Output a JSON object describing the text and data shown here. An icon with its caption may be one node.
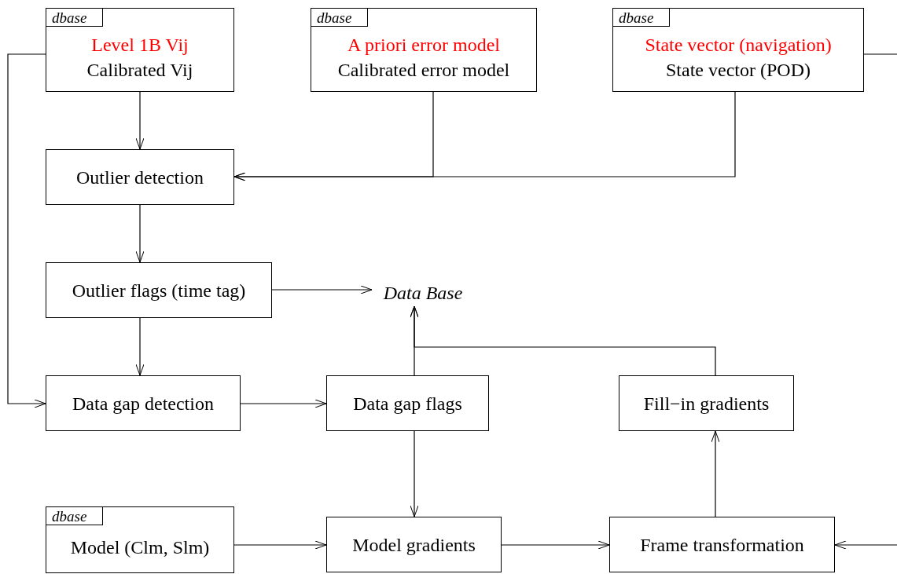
{
  "diagram": {
    "nodes": [
      {
        "text": [
          "Level 1B Vij",
          "Calibrated Vij"
        ]
      },
      {
        "text": [
          "dbase"
        ],
        "in": 0
      },
      {
        "text": [
          "A priori error model",
          "Calibrated error model"
        ]
      },
      {
        "text": [
          "dbase"
        ],
        "in": 2
      },
      {
        "text": [
          "State vector (navigation)",
          "State vector (POD)"
        ]
      },
      {
        "text": [
          "dbase"
        ],
        "in": 4
      },
      {
        "text": [
          "Outlier detection"
        ]
      },
      {
        "text": [
          "Outlier flags (time tag)"
        ]
      },
      {
        "text": [
          "Data Base"
        ]
      },
      {
        "text": [
          "Data gap detection"
        ]
      },
      {
        "text": [
          "Data gap flags"
        ]
      },
      {
        "text": [
          "Fill−in gradients"
        ]
      },
      {
        "text": [
          "Model (Clm, Slm)"
        ]
      },
      {
        "text": [
          "dbase"
        ],
        "in": 12
      },
      {
        "text": [
          "Model gradients"
        ]
      },
      {
        "text": [
          "Frame transformation"
        ]
      }
    ],
    "edges": [
      {
        "from": 0,
        "to": 6,
        "arrow": "to"
      },
      {
        "from": 2,
        "to": 6,
        "arrow": "to"
      },
      {
        "from": 4,
        "to": 6,
        "arrow": "to"
      },
      {
        "from": 0,
        "to": 9,
        "arrow": "to"
      },
      {
        "from": 4,
        "to": null,
        "arrow": "none"
      },
      {
        "from": null,
        "to": 15,
        "arrow": "to"
      },
      {
        "from": 6,
        "to": 7,
        "arrow": "to"
      },
      {
        "from": 7,
        "to": 8,
        "arrow": "to"
      },
      {
        "from": 7,
        "to": 9,
        "arrow": "to"
      },
      {
        "from": 9,
        "to": 10,
        "arrow": "to"
      },
      {
        "from": 10,
        "to": 8,
        "arrow": "to"
      },
      {
        "from": 11,
        "to": 8,
        "arrow": "to"
      },
      {
        "from": 10,
        "to": 14,
        "arrow": "to"
      },
      {
        "from": 12,
        "to": 14,
        "arrow": "to"
      },
      {
        "from": 14,
        "to": 15,
        "arrow": "to"
      },
      {
        "from": 15,
        "to": 11,
        "arrow": "to"
      }
    ]
  }
}
